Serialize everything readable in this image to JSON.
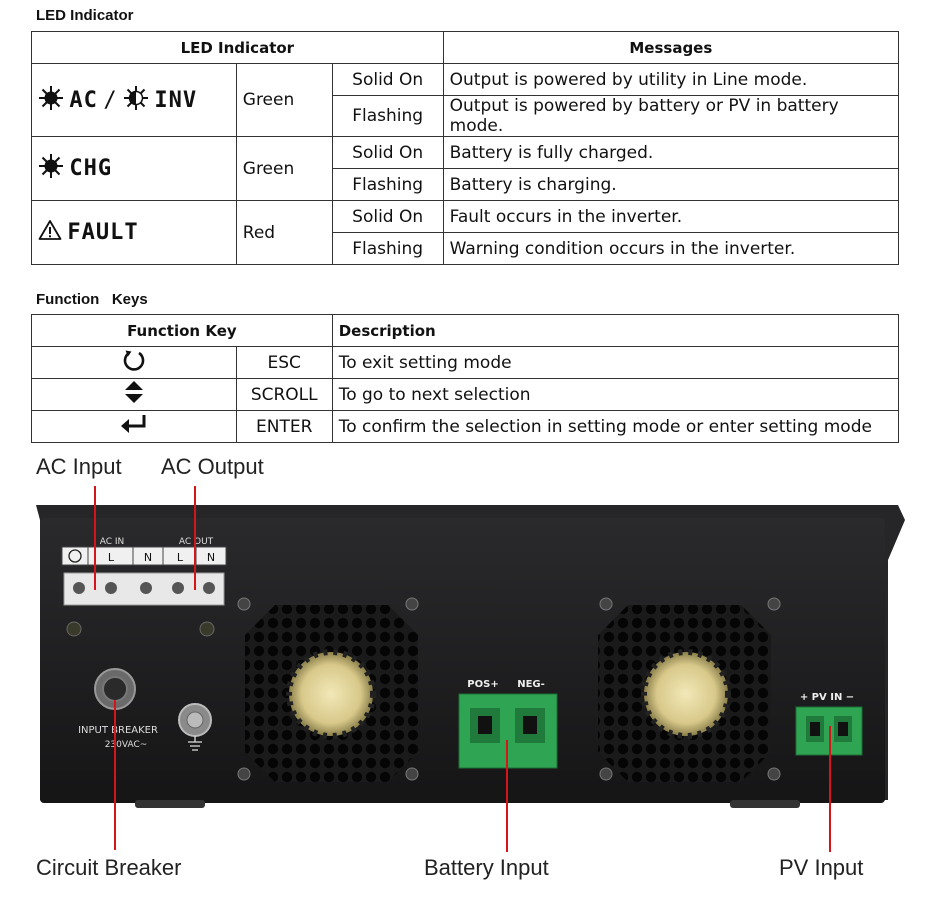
{
  "led_section": {
    "title": "LED Indicator",
    "col_indicator": "LED Indicator",
    "col_messages": "Messages",
    "rows": [
      {
        "symbol": "AC / INV",
        "color": "Green",
        "states": [
          {
            "state": "Solid On",
            "message": "Output is powered by utility in Line mode."
          },
          {
            "state": "Flashing",
            "message": "Output is powered by battery or PV in battery mode."
          }
        ]
      },
      {
        "symbol": "CHG",
        "color": "Green",
        "states": [
          {
            "state": "Solid On",
            "message": "Battery is fully charged."
          },
          {
            "state": "Flashing",
            "message": "Battery is charging."
          }
        ]
      },
      {
        "symbol": "FAULT",
        "color": "Red",
        "states": [
          {
            "state": "Solid On",
            "message": "Fault occurs in the inverter."
          },
          {
            "state": "Flashing",
            "message": "Warning condition occurs in the inverter."
          }
        ]
      }
    ]
  },
  "keys_section": {
    "title": "Function   Keys",
    "col_key": "Function Key",
    "col_desc": "Description",
    "rows": [
      {
        "icon": "esc-icon",
        "name": "ESC",
        "desc": "To exit setting mode"
      },
      {
        "icon": "scroll-icon",
        "name": "SCROLL",
        "desc": "To go to next selection"
      },
      {
        "icon": "enter-icon",
        "name": "ENTER",
        "desc": "To confirm the selection in setting mode or enter setting mode"
      }
    ]
  },
  "device_labels": {
    "ac_in": "AC IN",
    "ac_out": "AC OUT",
    "terminal_L": "L",
    "terminal_N": "N",
    "breaker_line1": "INPUT  BREAKER",
    "breaker_line2": "230VAC~",
    "pos": "POS+",
    "neg": "NEG-",
    "pv_in": "+ PV IN −"
  },
  "callouts": {
    "ac_input": "AC Input",
    "ac_output": "AC Output",
    "circuit_breaker": "Circuit Breaker",
    "battery_input": "Battery Input",
    "pv_input": "PV Input"
  }
}
